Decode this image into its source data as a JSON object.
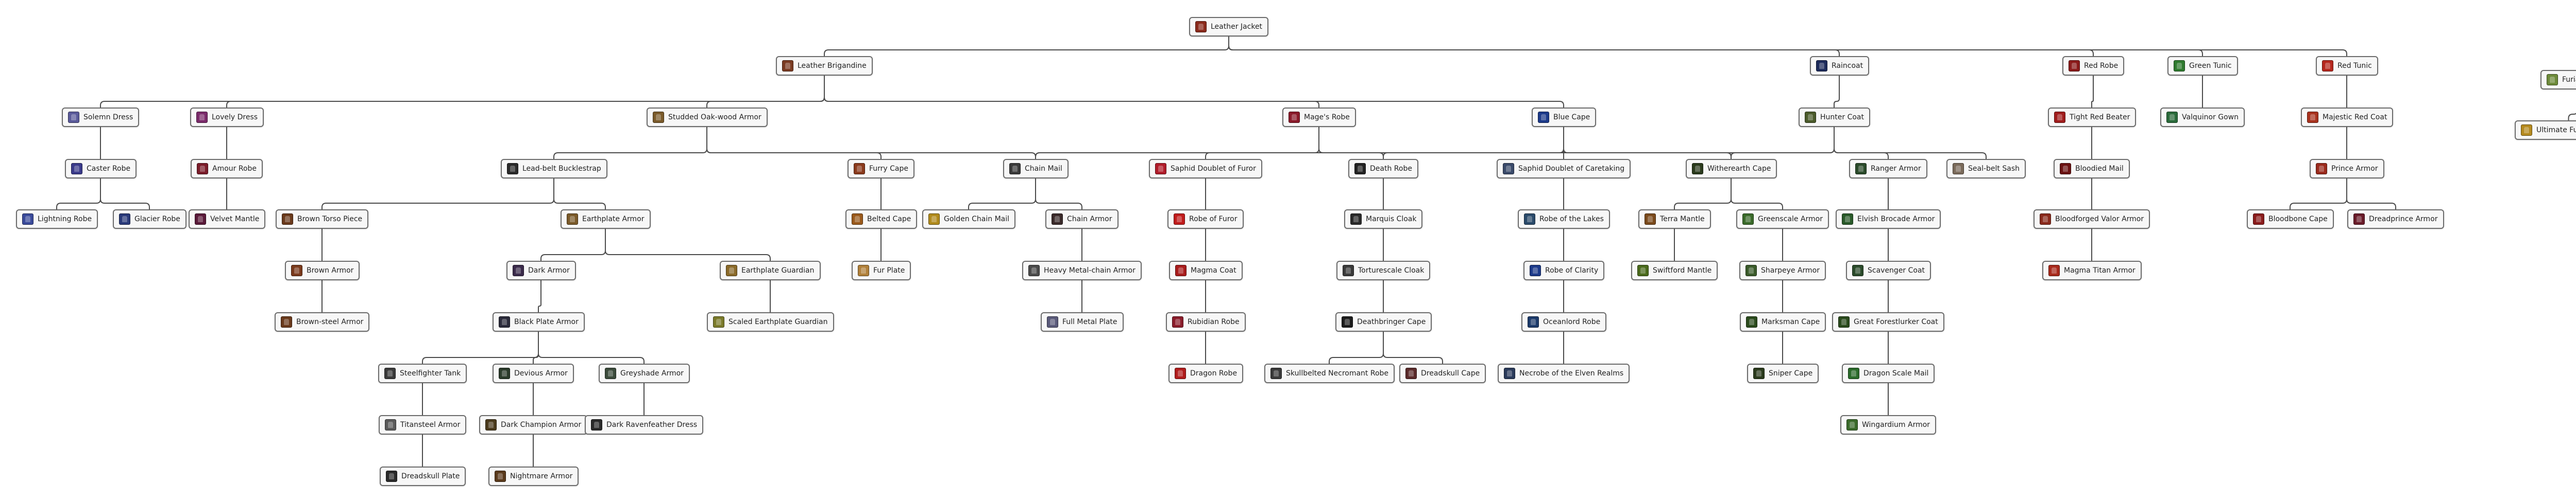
{
  "nodes": [
    {
      "id": "leather_jacket",
      "label": "Leather Jacket",
      "icon": "jacket-icon",
      "color": "#8a2a1c"
    },
    {
      "id": "leather_brigandine",
      "label": "Leather Brigandine",
      "icon": "brigandine-icon",
      "color": "#7a3b22"
    },
    {
      "id": "raincoat",
      "label": "Raincoat",
      "icon": "raincoat-icon",
      "color": "#1c2a5a"
    },
    {
      "id": "red_robe",
      "label": "Red Robe",
      "icon": "robe-icon",
      "color": "#8a1a1a"
    },
    {
      "id": "green_tunic",
      "label": "Green Tunic",
      "icon": "tunic-icon",
      "color": "#2f7a2f"
    },
    {
      "id": "red_tunic",
      "label": "Red Tunic",
      "icon": "tunic-icon",
      "color": "#b5271e"
    },
    {
      "id": "furian_armor",
      "label": "Furian Armor",
      "icon": "armor-icon",
      "color": "#6d8a3a"
    },
    {
      "id": "ultimate_furian_armor",
      "label": "Ultimate Furian Armor",
      "icon": "armor-icon",
      "color": "#b58a1f"
    },
    {
      "id": "solemn_dress",
      "label": "Solemn Dress",
      "icon": "dress-icon",
      "color": "#5a5a9a"
    },
    {
      "id": "lovely_dress",
      "label": "Lovely Dress",
      "icon": "dress-icon",
      "color": "#7a2a6a"
    },
    {
      "id": "studded_oak",
      "label": "Studded Oak-wood Armor",
      "icon": "armor-icon",
      "color": "#7a5a2a"
    },
    {
      "id": "mages_robe",
      "label": "Mage's Robe",
      "icon": "robe-icon",
      "color": "#8a1a2a"
    },
    {
      "id": "blue_cape",
      "label": "Blue Cape",
      "icon": "cape-icon",
      "color": "#1c3a8a"
    },
    {
      "id": "hunter_coat",
      "label": "Hunter Coat",
      "icon": "coat-icon",
      "color": "#4a5a2a"
    },
    {
      "id": "tight_red_beater",
      "label": "Tight Red Beater",
      "icon": "shirt-icon",
      "color": "#a01c1c"
    },
    {
      "id": "valquinor_gown",
      "label": "Valquinor Gown",
      "icon": "gown-icon",
      "color": "#2a6a3a"
    },
    {
      "id": "majestic_red_coat",
      "label": "Majestic Red Coat",
      "icon": "coat-icon",
      "color": "#a8321e"
    },
    {
      "id": "caster_robe",
      "label": "Caster Robe",
      "icon": "robe-icon",
      "color": "#3a3a8a"
    },
    {
      "id": "amour_robe",
      "label": "Amour Robe",
      "icon": "robe-icon",
      "color": "#7a1c2a"
    },
    {
      "id": "lead_belt",
      "label": "Lead-belt Bucklestrap",
      "icon": "armor-icon",
      "color": "#2a2a2a"
    },
    {
      "id": "furry_cape",
      "label": "Furry Cape",
      "icon": "cape-icon",
      "color": "#8a3a1c"
    },
    {
      "id": "chain_mail",
      "label": "Chain Mail",
      "icon": "chain-icon",
      "color": "#3a3a3a"
    },
    {
      "id": "saphid_furor",
      "label": "Saphid Doublet of Furor",
      "icon": "doublet-icon",
      "color": "#b01c2a"
    },
    {
      "id": "death_robe",
      "label": "Death Robe",
      "icon": "robe-icon",
      "color": "#222222"
    },
    {
      "id": "saphid_caretaking",
      "label": "Saphid Doublet of Caretaking",
      "icon": "doublet-icon",
      "color": "#3a4a6a"
    },
    {
      "id": "witherearth_cape",
      "label": "Witherearth Cape",
      "icon": "cape-icon",
      "color": "#2a3a1c"
    },
    {
      "id": "ranger_armor",
      "label": "Ranger Armor",
      "icon": "armor-icon",
      "color": "#2a4a2a"
    },
    {
      "id": "seal_belt_sash",
      "label": "Seal-belt Sash",
      "icon": "sash-icon",
      "color": "#7a6a5a"
    },
    {
      "id": "bloodied_mail",
      "label": "Bloodied Mail",
      "icon": "mail-icon",
      "color": "#6a1010"
    },
    {
      "id": "prince_armor",
      "label": "Prince Armor",
      "icon": "armor-icon",
      "color": "#9a2a1c"
    },
    {
      "id": "lightning_robe",
      "label": "Lightning Robe",
      "icon": "robe-icon",
      "color": "#3a4a9a"
    },
    {
      "id": "glacier_robe",
      "label": "Glacier Robe",
      "icon": "robe-icon",
      "color": "#2a3a7a"
    },
    {
      "id": "velvet_mantle",
      "label": "Velvet Mantle",
      "icon": "mantle-icon",
      "color": "#5a1a3a"
    },
    {
      "id": "brown_torso",
      "label": "Brown Torso Piece",
      "icon": "armor-icon",
      "color": "#6a3a1c"
    },
    {
      "id": "earthplate_armor",
      "label": "Earthplate Armor",
      "icon": "armor-icon",
      "color": "#7a5a2a"
    },
    {
      "id": "belted_cape",
      "label": "Belted Cape",
      "icon": "cape-icon",
      "color": "#9a5a1c"
    },
    {
      "id": "golden_chain_mail",
      "label": "Golden Chain Mail",
      "icon": "chain-icon",
      "color": "#b08a1c"
    },
    {
      "id": "chain_armor",
      "label": "Chain Armor",
      "icon": "chain-icon",
      "color": "#3a2a2a"
    },
    {
      "id": "robe_of_furor",
      "label": "Robe of Furor",
      "icon": "robe-icon",
      "color": "#c01c1c"
    },
    {
      "id": "marquis_cloak",
      "label": "Marquis Cloak",
      "icon": "cloak-icon",
      "color": "#2a2a2a"
    },
    {
      "id": "robe_of_lakes",
      "label": "Robe of the Lakes",
      "icon": "robe-icon",
      "color": "#2a4a6a"
    },
    {
      "id": "terra_mantle",
      "label": "Terra Mantle",
      "icon": "mantle-icon",
      "color": "#7a4a1c"
    },
    {
      "id": "greenscale_armor",
      "label": "Greenscale Armor",
      "icon": "armor-icon",
      "color": "#3a6a2a"
    },
    {
      "id": "elvish_brocade",
      "label": "Elvish Brocade Armor",
      "icon": "armor-icon",
      "color": "#2a5a2a"
    },
    {
      "id": "bloodforged_valor",
      "label": "Bloodforged Valor Armor",
      "icon": "armor-icon",
      "color": "#8a2a1c"
    },
    {
      "id": "bloodbone_cape",
      "label": "Bloodbone Cape",
      "icon": "cape-icon",
      "color": "#8a1c1c"
    },
    {
      "id": "dreadprince_armor",
      "label": "Dreadprince Armor",
      "icon": "armor-icon",
      "color": "#6a1c2a"
    },
    {
      "id": "brown_armor",
      "label": "Brown Armor",
      "icon": "armor-icon",
      "color": "#7a3a1c"
    },
    {
      "id": "dark_armor",
      "label": "Dark Armor",
      "icon": "armor-icon",
      "color": "#3a2a4a"
    },
    {
      "id": "earthplate_guardian",
      "label": "Earthplate Guardian",
      "icon": "armor-icon",
      "color": "#8a6a2a"
    },
    {
      "id": "fur_plate",
      "label": "Fur Plate",
      "icon": "plate-icon",
      "color": "#b0803a"
    },
    {
      "id": "heavy_metal_chain",
      "label": "Heavy Metal-chain Armor",
      "icon": "chain-icon",
      "color": "#4a4a4a"
    },
    {
      "id": "magma_coat",
      "label": "Magma Coat",
      "icon": "coat-icon",
      "color": "#a81c1c"
    },
    {
      "id": "torturescale_cloak",
      "label": "Torturescale Cloak",
      "icon": "cloak-icon",
      "color": "#3a3a3a"
    },
    {
      "id": "robe_of_clarity",
      "label": "Robe of Clarity",
      "icon": "robe-icon",
      "color": "#1c3a8a"
    },
    {
      "id": "swiftford_mantle",
      "label": "Swiftford Mantle",
      "icon": "mantle-icon",
      "color": "#4a6a1c"
    },
    {
      "id": "sharpeye_armor",
      "label": "Sharpeye Armor",
      "icon": "armor-icon",
      "color": "#3a5a2a"
    },
    {
      "id": "scavenger_coat",
      "label": "Scavenger Coat",
      "icon": "coat-icon",
      "color": "#2a4a2a"
    },
    {
      "id": "magma_titan",
      "label": "Magma Titan Armor",
      "icon": "armor-icon",
      "color": "#a82a1c"
    },
    {
      "id": "brown_steel",
      "label": "Brown-steel Armor",
      "icon": "armor-icon",
      "color": "#6a3a1c"
    },
    {
      "id": "black_plate",
      "label": "Black Plate Armor",
      "icon": "armor-icon",
      "color": "#2a2a3a"
    },
    {
      "id": "scaled_earthplate",
      "label": "Scaled Earthplate Guardian",
      "icon": "armor-icon",
      "color": "#7a7a2a"
    },
    {
      "id": "full_metal_plate",
      "label": "Full Metal Plate",
      "icon": "plate-icon",
      "color": "#5a5a7a"
    },
    {
      "id": "rubidian_robe",
      "label": "Rubidian Robe",
      "icon": "robe-icon",
      "color": "#8a1c2a"
    },
    {
      "id": "deathbringer_cape",
      "label": "Deathbringer Cape",
      "icon": "cape-icon",
      "color": "#1c1c1c"
    },
    {
      "id": "oceanlord_robe",
      "label": "Oceanlord Robe",
      "icon": "robe-icon",
      "color": "#1c3a6a"
    },
    {
      "id": "marksman_cape",
      "label": "Marksman Cape",
      "icon": "cape-icon",
      "color": "#2a4a1c"
    },
    {
      "id": "great_forestlurker",
      "label": "Great Forestlurker Coat",
      "icon": "coat-icon",
      "color": "#2a4a1c"
    },
    {
      "id": "dragon_robe",
      "label": "Dragon Robe",
      "icon": "robe-icon",
      "color": "#b01c1c"
    },
    {
      "id": "skullbelted",
      "label": "Skullbelted Necromant Robe",
      "icon": "robe-icon",
      "color": "#3a3a3a"
    },
    {
      "id": "dreadskull_cape",
      "label": "Dreadskull Cape",
      "icon": "cape-icon",
      "color": "#5a2a2a"
    },
    {
      "id": "necrobe_elven",
      "label": "Necrobe of the Elven Realms",
      "icon": "robe-icon",
      "color": "#2a3a5a"
    },
    {
      "id": "sniper_cape",
      "label": "Sniper Cape",
      "icon": "cape-icon",
      "color": "#2a3a1c"
    },
    {
      "id": "dragon_scale_mail",
      "label": "Dragon Scale Mail",
      "icon": "mail-icon",
      "color": "#2a6a2a"
    },
    {
      "id": "wingardium_armor",
      "label": "Wingardium Armor",
      "icon": "armor-icon",
      "color": "#3a6a2a"
    },
    {
      "id": "steelfighter_tank",
      "label": "Steelfighter Tank",
      "icon": "armor-icon",
      "color": "#3a3a3a"
    },
    {
      "id": "devious_armor",
      "label": "Devious Armor",
      "icon": "armor-icon",
      "color": "#2a3a2a"
    },
    {
      "id": "greyshade_armor",
      "label": "Greyshade Armor",
      "icon": "armor-icon",
      "color": "#3a4a3a"
    },
    {
      "id": "titansteel_armor",
      "label": "Titansteel Armor",
      "icon": "armor-icon",
      "color": "#5a5a5a"
    },
    {
      "id": "dark_champion",
      "label": "Dark Champion Armor",
      "icon": "armor-icon",
      "color": "#4a3a1c"
    },
    {
      "id": "dark_ravenfeather",
      "label": "Dark Ravenfeather Dress",
      "icon": "dress-icon",
      "color": "#2a2a2a"
    },
    {
      "id": "dreadskull_plate",
      "label": "Dreadskull Plate",
      "icon": "plate-icon",
      "color": "#2a2a2a"
    },
    {
      "id": "nightmare_armor",
      "label": "Nightmare Armor",
      "icon": "armor-icon",
      "color": "#5a3a1c"
    }
  ],
  "edges": [
    [
      "leather_jacket",
      "leather_brigandine"
    ],
    [
      "leather_jacket",
      "raincoat"
    ],
    [
      "leather_jacket",
      "red_robe"
    ],
    [
      "leather_jacket",
      "green_tunic"
    ],
    [
      "leather_jacket",
      "red_tunic"
    ],
    [
      "furian_armor",
      "ultimate_furian_armor"
    ],
    [
      "leather_brigandine",
      "solemn_dress"
    ],
    [
      "leather_brigandine",
      "lovely_dress"
    ],
    [
      "leather_brigandine",
      "studded_oak"
    ],
    [
      "leather_brigandine",
      "mages_robe"
    ],
    [
      "leather_brigandine",
      "blue_cape"
    ],
    [
      "raincoat",
      "hunter_coat"
    ],
    [
      "red_robe",
      "tight_red_beater"
    ],
    [
      "green_tunic",
      "valquinor_gown"
    ],
    [
      "red_tunic",
      "majestic_red_coat"
    ],
    [
      "solemn_dress",
      "caster_robe"
    ],
    [
      "lovely_dress",
      "amour_robe"
    ],
    [
      "studded_oak",
      "lead_belt"
    ],
    [
      "studded_oak",
      "furry_cape"
    ],
    [
      "studded_oak",
      "chain_mail"
    ],
    [
      "mages_robe",
      "saphid_furor"
    ],
    [
      "mages_robe",
      "death_robe"
    ],
    [
      "mages_robe",
      "witherearth_cape"
    ],
    [
      "blue_cape",
      "chain_mail"
    ],
    [
      "blue_cape",
      "death_robe"
    ],
    [
      "blue_cape",
      "saphid_caretaking"
    ],
    [
      "blue_cape",
      "witherearth_cape"
    ],
    [
      "hunter_coat",
      "witherearth_cape"
    ],
    [
      "hunter_coat",
      "ranger_armor"
    ],
    [
      "hunter_coat",
      "seal_belt_sash"
    ],
    [
      "hunter_coat",
      "chain_mail"
    ],
    [
      "tight_red_beater",
      "bloodied_mail"
    ],
    [
      "majestic_red_coat",
      "prince_armor"
    ],
    [
      "caster_robe",
      "lightning_robe"
    ],
    [
      "caster_robe",
      "glacier_robe"
    ],
    [
      "amour_robe",
      "velvet_mantle"
    ],
    [
      "lead_belt",
      "brown_torso"
    ],
    [
      "lead_belt",
      "earthplate_armor"
    ],
    [
      "furry_cape",
      "belted_cape"
    ],
    [
      "chain_mail",
      "golden_chain_mail"
    ],
    [
      "chain_mail",
      "chain_armor"
    ],
    [
      "saphid_furor",
      "robe_of_furor"
    ],
    [
      "death_robe",
      "marquis_cloak"
    ],
    [
      "saphid_caretaking",
      "robe_of_lakes"
    ],
    [
      "witherearth_cape",
      "terra_mantle"
    ],
    [
      "witherearth_cape",
      "greenscale_armor"
    ],
    [
      "ranger_armor",
      "elvish_brocade"
    ],
    [
      "bloodied_mail",
      "bloodforged_valor"
    ],
    [
      "prince_armor",
      "bloodbone_cape"
    ],
    [
      "prince_armor",
      "dreadprince_armor"
    ],
    [
      "brown_torso",
      "brown_armor"
    ],
    [
      "earthplate_armor",
      "dark_armor"
    ],
    [
      "earthplate_armor",
      "earthplate_guardian"
    ],
    [
      "belted_cape",
      "fur_plate"
    ],
    [
      "chain_armor",
      "heavy_metal_chain"
    ],
    [
      "robe_of_furor",
      "magma_coat"
    ],
    [
      "marquis_cloak",
      "torturescale_cloak"
    ],
    [
      "robe_of_lakes",
      "robe_of_clarity"
    ],
    [
      "terra_mantle",
      "swiftford_mantle"
    ],
    [
      "greenscale_armor",
      "sharpeye_armor"
    ],
    [
      "elvish_brocade",
      "scavenger_coat"
    ],
    [
      "bloodforged_valor",
      "magma_titan"
    ],
    [
      "brown_armor",
      "brown_steel"
    ],
    [
      "dark_armor",
      "black_plate"
    ],
    [
      "earthplate_guardian",
      "scaled_earthplate"
    ],
    [
      "heavy_metal_chain",
      "full_metal_plate"
    ],
    [
      "magma_coat",
      "rubidian_robe"
    ],
    [
      "torturescale_cloak",
      "deathbringer_cape"
    ],
    [
      "robe_of_clarity",
      "oceanlord_robe"
    ],
    [
      "sharpeye_armor",
      "marksman_cape"
    ],
    [
      "scavenger_coat",
      "great_forestlurker"
    ],
    [
      "black_plate",
      "steelfighter_tank"
    ],
    [
      "black_plate",
      "devious_armor"
    ],
    [
      "black_plate",
      "greyshade_armor"
    ],
    [
      "rubidian_robe",
      "dragon_robe"
    ],
    [
      "deathbringer_cape",
      "skullbelted"
    ],
    [
      "deathbringer_cape",
      "dreadskull_cape"
    ],
    [
      "oceanlord_robe",
      "necrobe_elven"
    ],
    [
      "marksman_cape",
      "sniper_cape"
    ],
    [
      "great_forestlurker",
      "dragon_scale_mail"
    ],
    [
      "steelfighter_tank",
      "titansteel_armor"
    ],
    [
      "devious_armor",
      "dark_champion"
    ],
    [
      "greyshade_armor",
      "dark_ravenfeather"
    ],
    [
      "dragon_scale_mail",
      "wingardium_armor"
    ],
    [
      "titansteel_armor",
      "dreadskull_plate"
    ],
    [
      "dark_champion",
      "nightmare_armor"
    ]
  ]
}
